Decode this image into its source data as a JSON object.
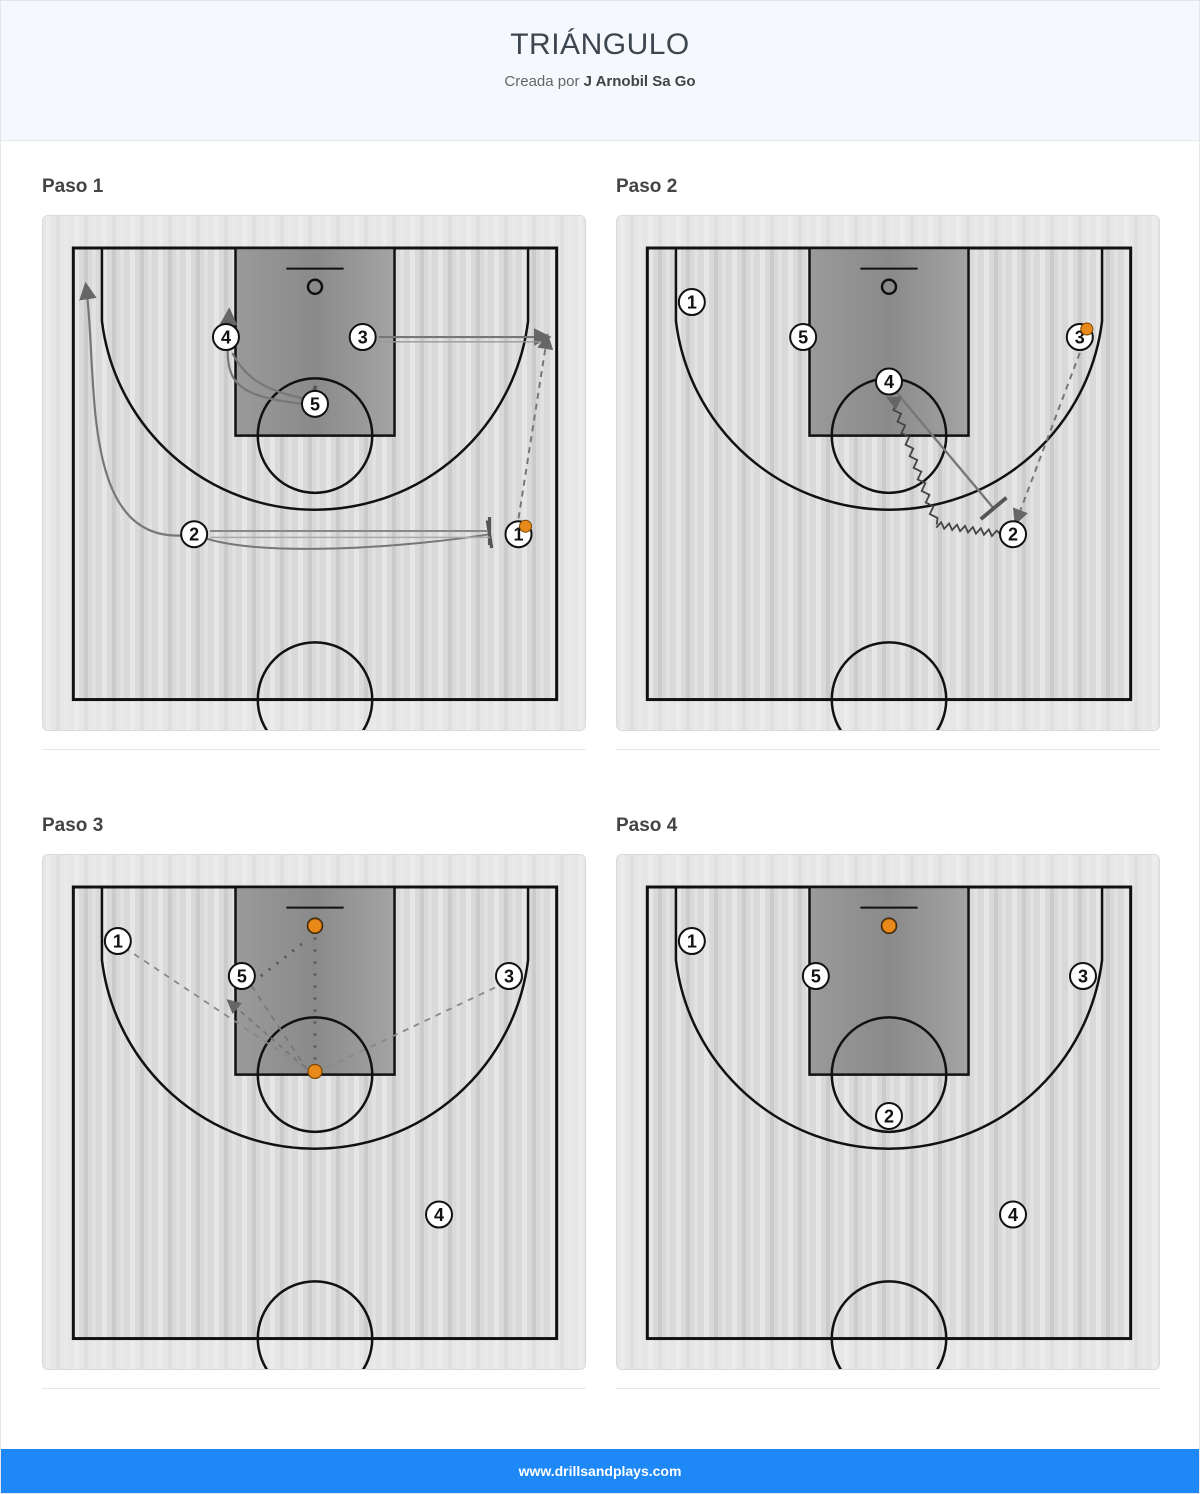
{
  "title": "TRIÁNGULO",
  "created_prefix": "Creada por",
  "author": "J Arnobil Sa Go",
  "footer": "www.drillsandplays.com",
  "colors": {
    "header_bg": "#f5f9fd",
    "footer_bg": "#1e88f7",
    "ball": "#e88a1a",
    "paint": "#8a8a8a"
  },
  "steps": [
    {
      "title": "Paso 1",
      "players": [
        {
          "label": "4",
          "x": -2.8,
          "y": 2.8
        },
        {
          "label": "3",
          "x": 1.5,
          "y": 2.8
        },
        {
          "label": "5",
          "x": 0,
          "y": 4.9
        },
        {
          "label": "2",
          "x": -3.8,
          "y": 9.0
        },
        {
          "label": "1",
          "x": 6.4,
          "y": 9.0,
          "ball": true
        }
      ]
    },
    {
      "title": "Paso 2",
      "players": [
        {
          "label": "1",
          "x": -6.2,
          "y": 1.7
        },
        {
          "label": "5",
          "x": -2.7,
          "y": 2.8
        },
        {
          "label": "3",
          "x": 6.0,
          "y": 2.8,
          "ball": true
        },
        {
          "label": "4",
          "x": 0,
          "y": 4.2
        },
        {
          "label": "2",
          "x": 3.9,
          "y": 9.0
        }
      ]
    },
    {
      "title": "Paso 3",
      "players": [
        {
          "label": "1",
          "x": -6.2,
          "y": 1.7
        },
        {
          "label": "5",
          "x": -2.3,
          "y": 2.8
        },
        {
          "label": "3",
          "x": 6.1,
          "y": 2.8
        },
        {
          "label": "4",
          "x": 3.9,
          "y": 10.3
        }
      ]
    },
    {
      "title": "Paso 4",
      "players": [
        {
          "label": "1",
          "x": -6.2,
          "y": 1.7
        },
        {
          "label": "5",
          "x": -2.3,
          "y": 2.8
        },
        {
          "label": "3",
          "x": 6.1,
          "y": 2.8
        },
        {
          "label": "2",
          "x": 0,
          "y": 7.2
        },
        {
          "label": "4",
          "x": 3.9,
          "y": 10.3
        }
      ]
    }
  ]
}
